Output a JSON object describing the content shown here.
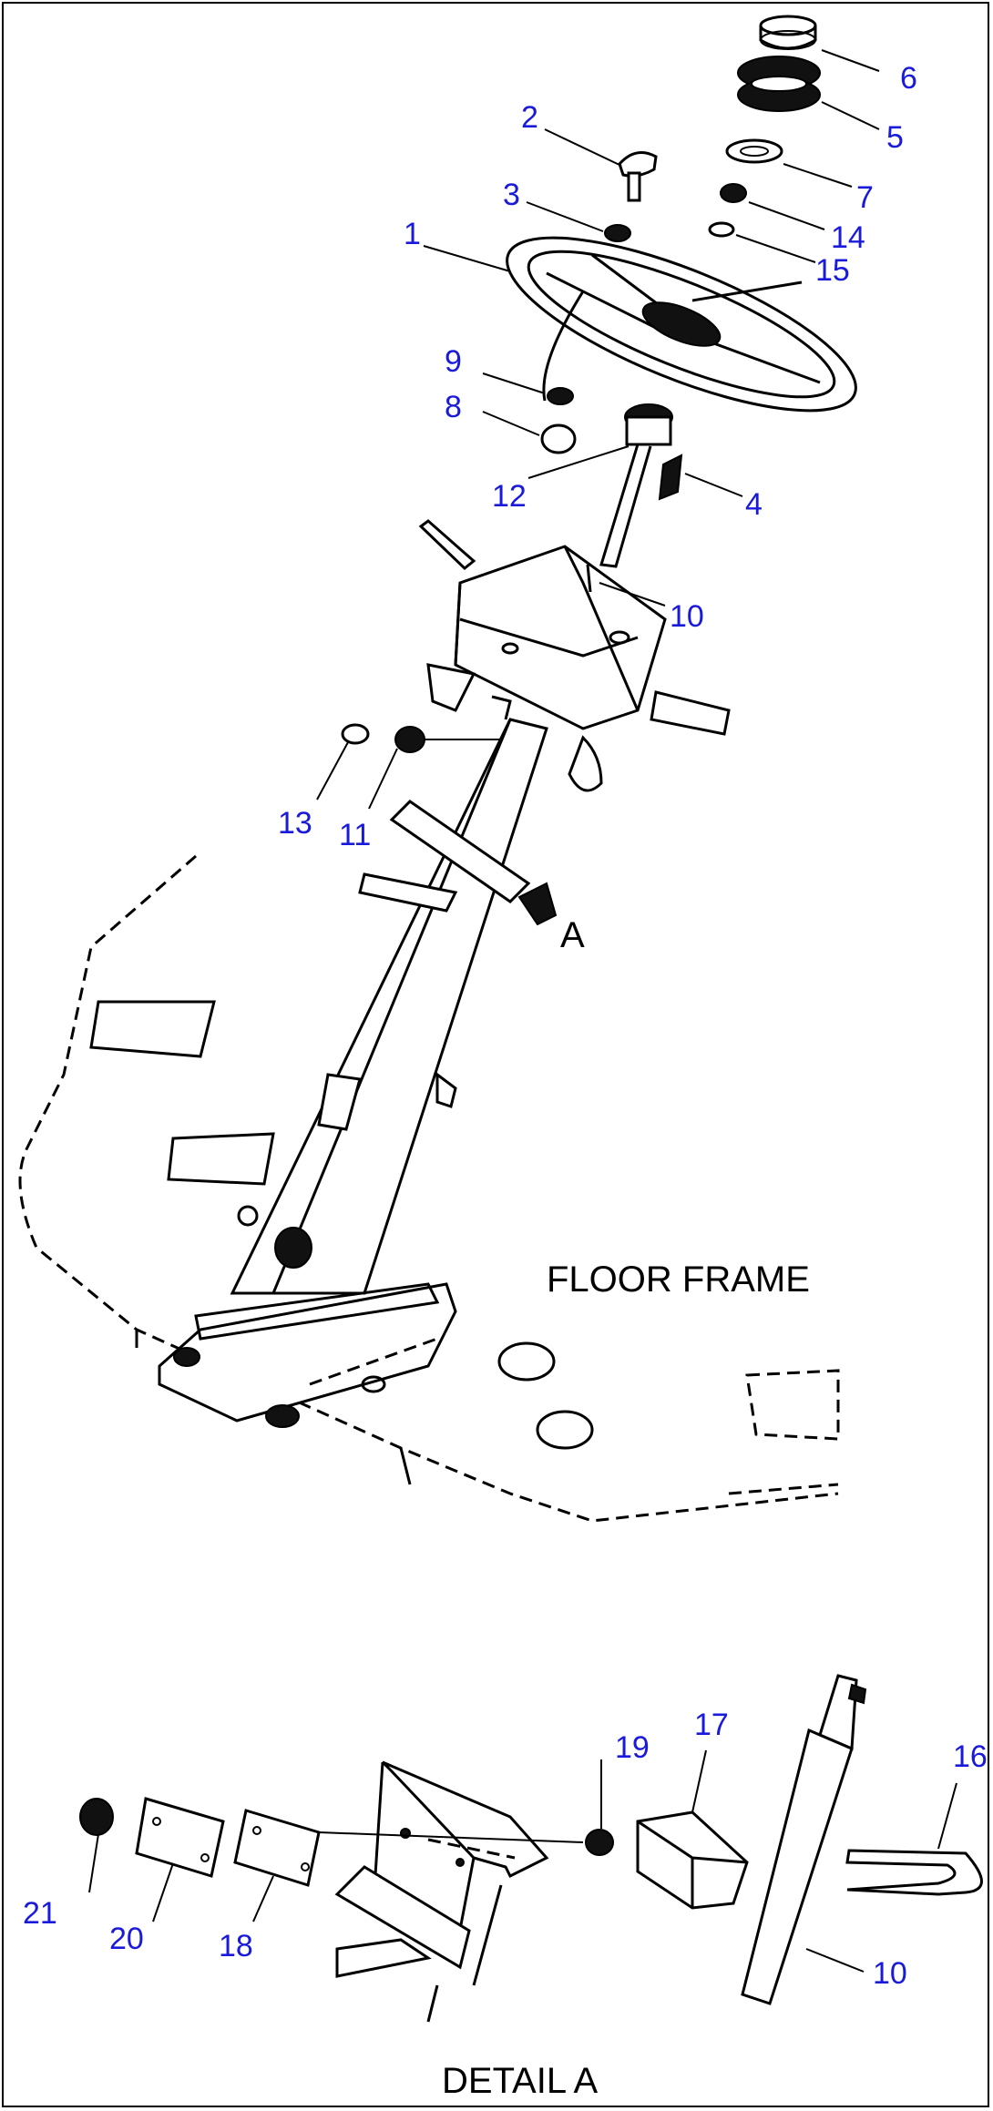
{
  "captions": {
    "floor_frame": "FLOOR FRAME",
    "view_arrow": "A",
    "detail": "DETAIL A"
  },
  "colors": {
    "callout": "#1a1adb",
    "ink": "#000000",
    "background": "#ffffff"
  },
  "callouts": {
    "c1": "1",
    "c2": "2",
    "c3": "3",
    "c4": "4",
    "c5": "5",
    "c6": "6",
    "c7": "7",
    "c8": "8",
    "c9": "9",
    "c10": "10",
    "c10b": "10",
    "c11": "11",
    "c12": "12",
    "c13": "13",
    "c14": "14",
    "c15": "15",
    "c16": "16",
    "c17": "17",
    "c18": "18",
    "c19": "19",
    "c20": "20",
    "c21": "21"
  }
}
